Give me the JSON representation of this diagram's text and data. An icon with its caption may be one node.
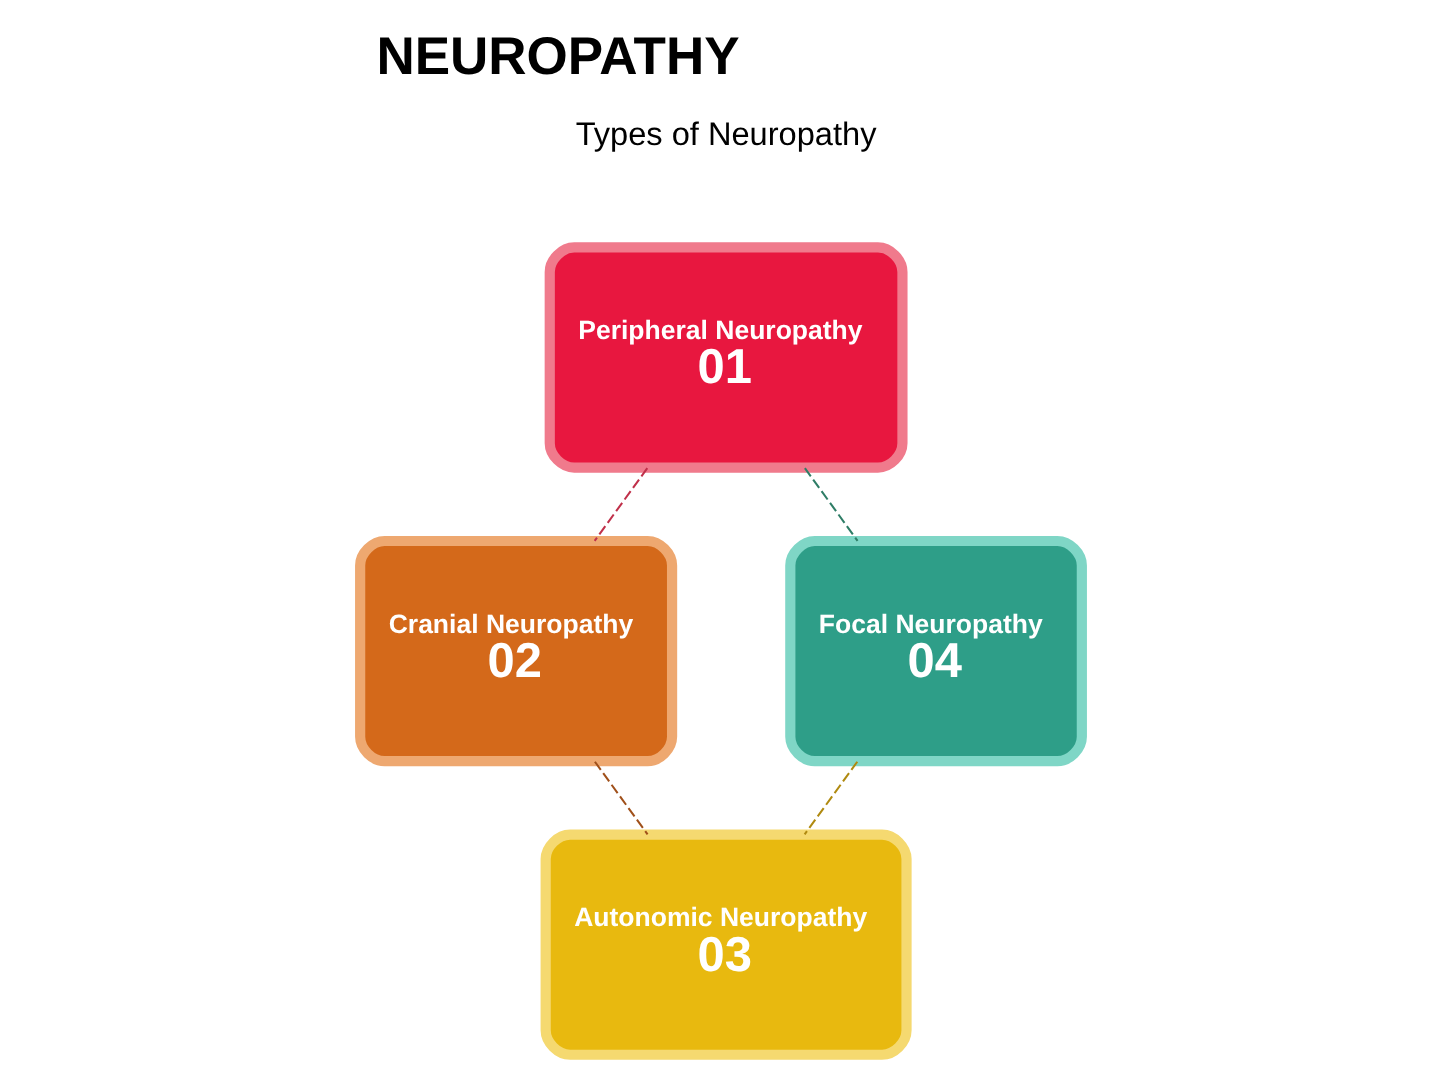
{
  "diagram": {
    "title": "NEUROPATHY",
    "nodes": [
      {
        "text": [
          "Peripheral Neuropathy",
          "01"
        ]
      },
      {
        "text": [
          "Cranial Neuropathy",
          "02"
        ]
      },
      {
        "text": [
          "Autonomic Neuropathy",
          "03"
        ]
      },
      {
        "text": [
          "Focal Neuropathy",
          "04"
        ]
      }
    ],
    "edges": [
      {
        "from": 0,
        "to": 1,
        "arrow": "none",
        "style": "dashed",
        "color": "#c0304a"
      },
      {
        "from": 0,
        "to": 3,
        "arrow": "none",
        "style": "dashed",
        "color": "#2e7d66"
      },
      {
        "from": 3,
        "to": 2,
        "arrow": "none",
        "style": "dashed",
        "color": "#b08a10"
      },
      {
        "from": 1,
        "to": 2,
        "arrow": "none",
        "style": "dashed",
        "color": "#a0501a"
      }
    ],
    "labels": [
      "Types of Neuropathy"
    ]
  }
}
